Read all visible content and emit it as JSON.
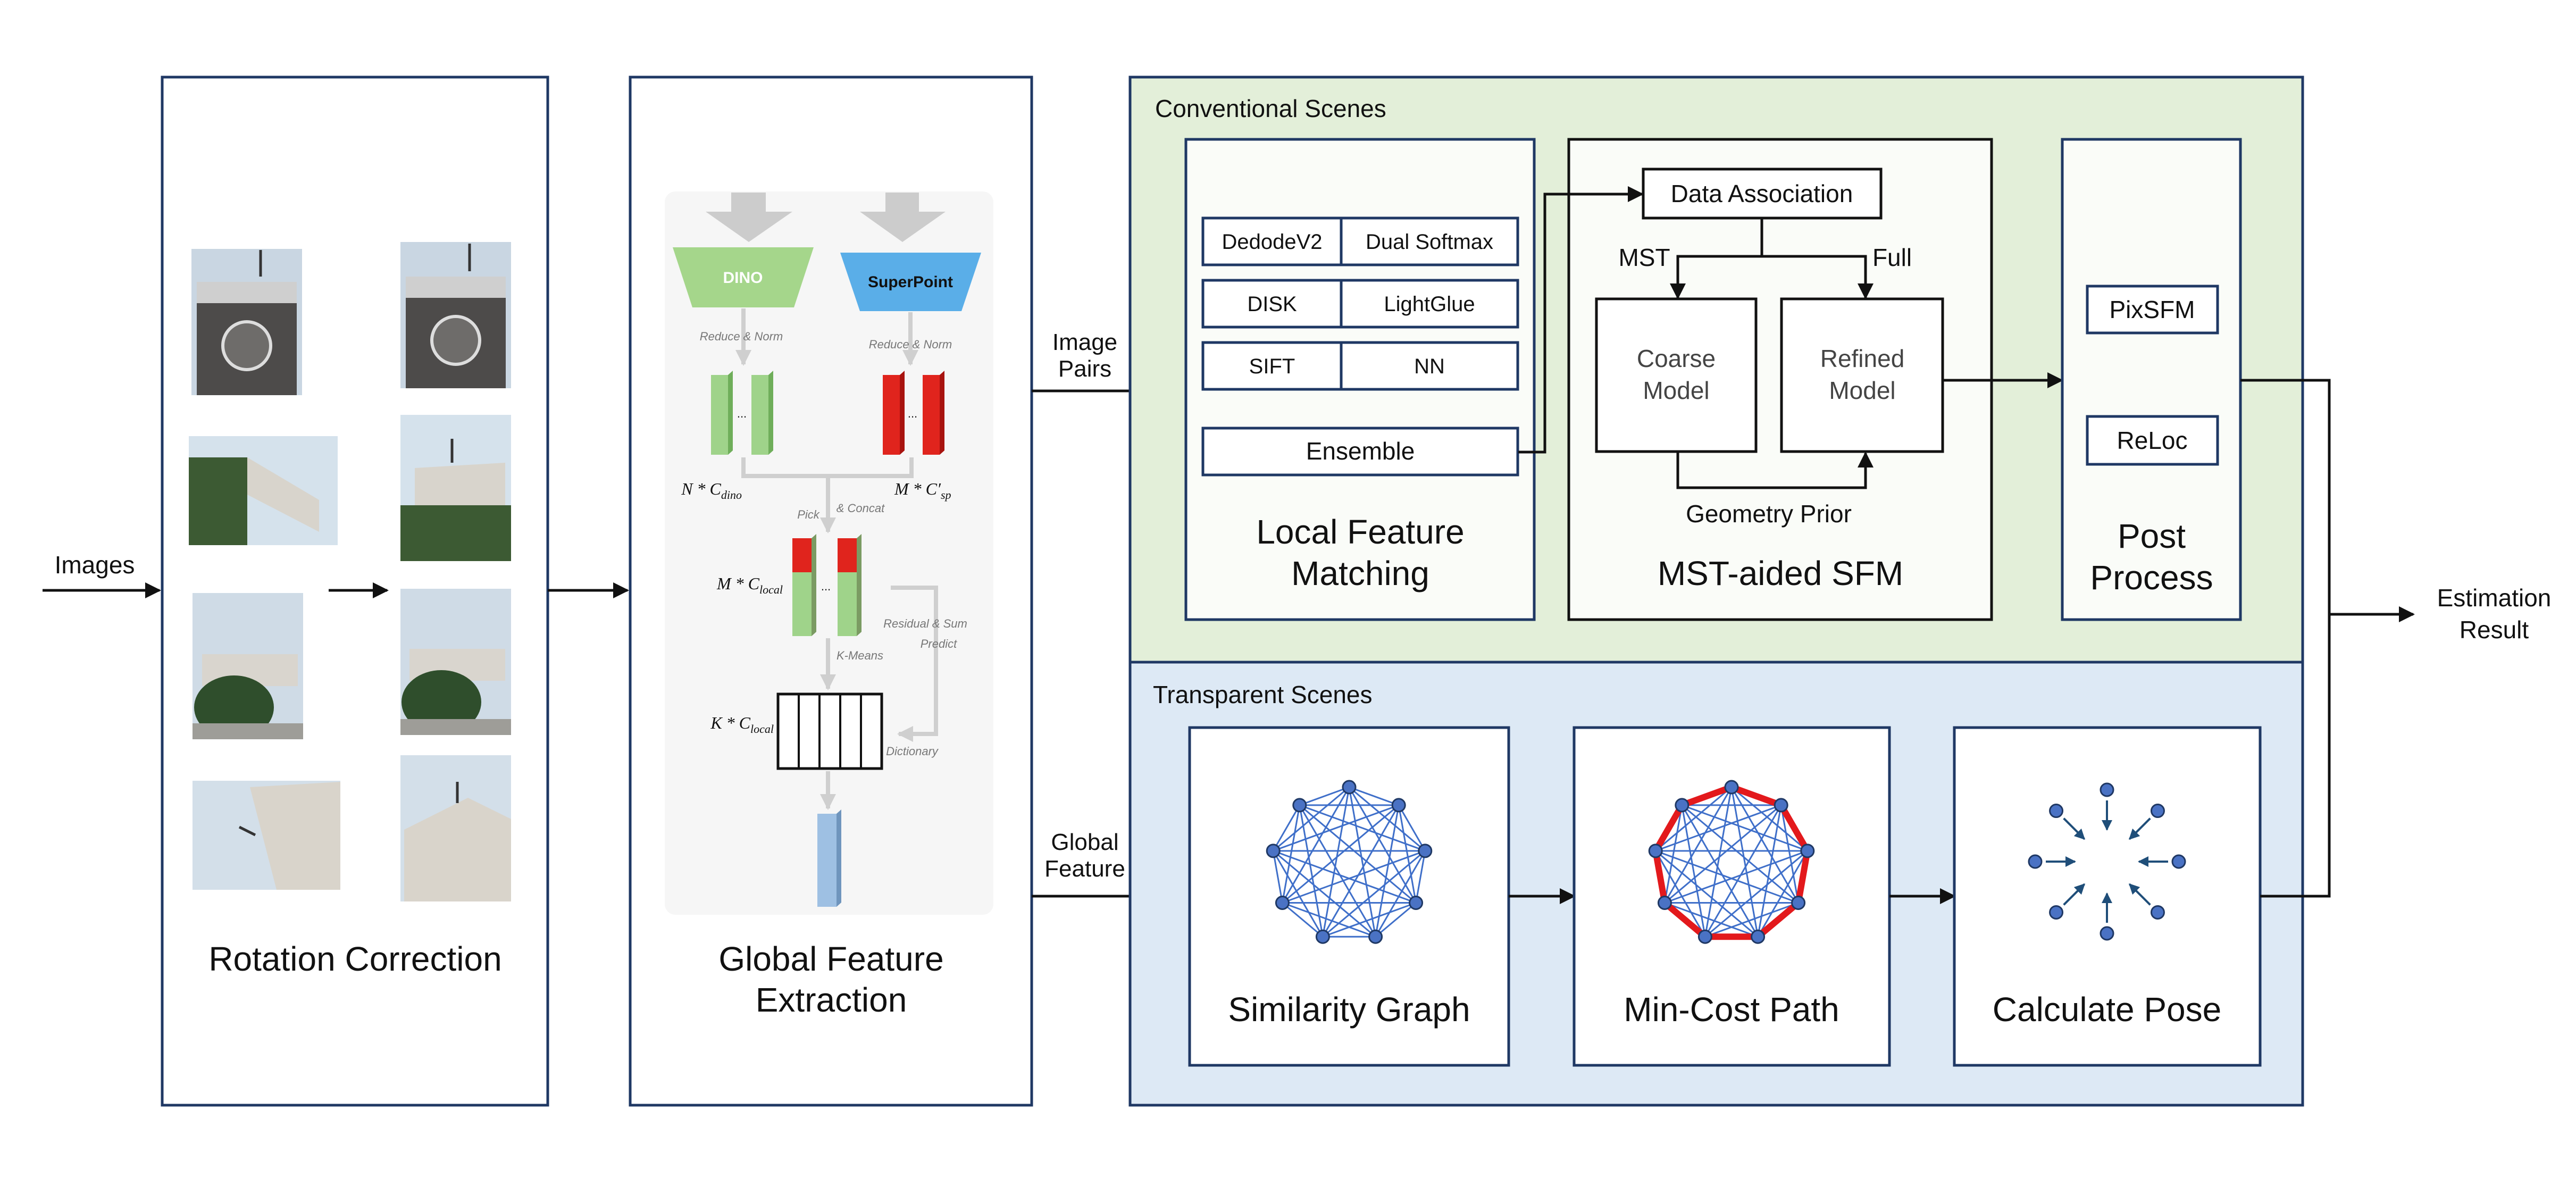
{
  "input_label": "Images",
  "output_label": "Estimation Result",
  "rotation": {
    "title": "Rotation Correction"
  },
  "global": {
    "title_line1": "Global Feature",
    "title_line2": "Extraction",
    "dino": "DINO",
    "superpoint": "SuperPoint",
    "reduce_norm_left": "Reduce   & Norm",
    "reduce_norm_right": "Reduce  & Norm",
    "dots": "...",
    "n_c_dino": "N * C",
    "n_c_dino_sub": "dino",
    "m_c_sp": "M * C′",
    "m_c_sp_sub": "sp",
    "pick": "Pick",
    "concat": "& Concat",
    "m_c_local": "M * C",
    "m_c_local_sub": "local",
    "residual": "Residual & Sum",
    "predict": "Predict",
    "kmeans": "K-Means",
    "k_c_local": "K * C",
    "k_c_local_sub": "local",
    "dictionary": "Dictionary",
    "colors": {
      "dino": "#a5d68b",
      "superpoint": "#5aaee8",
      "feat_green": "#9fd38a",
      "feat_red": "#e0241d",
      "feat_blue": "#9ec0e3",
      "arrow": "#cfcfcf"
    }
  },
  "edges": {
    "image_pairs_1": "Image",
    "image_pairs_2": "Pairs",
    "global_feature_1": "Global",
    "global_feature_2": "Feature"
  },
  "conventional": {
    "title": "Conventional Scenes",
    "bg": "#e3efd9",
    "lfm": {
      "rows": [
        [
          "DedodeV2",
          "Dual Softmax"
        ],
        [
          "DISK",
          "LightGlue"
        ],
        [
          "SIFT",
          "NN"
        ]
      ],
      "ensemble": "Ensemble",
      "title_line1": "Local Feature",
      "title_line2": "Matching"
    },
    "sfm": {
      "data_association": "Data Association",
      "mst": "MST",
      "full": "Full",
      "coarse_1": "Coarse",
      "coarse_2": "Model",
      "refined_1": "Refined",
      "refined_2": "Model",
      "geometry_prior": "Geometry Prior",
      "title": "MST-aided SFM"
    },
    "post": {
      "pixsfm": "PixSFM",
      "reloc": "ReLoc",
      "title_line1": "Post",
      "title_line2": "Process"
    }
  },
  "transparent": {
    "title": "Transparent Scenes",
    "bg": "#dde9f5",
    "similarity": "Similarity Graph",
    "mincost": "Min-Cost Path",
    "pose": "Calculate Pose",
    "colors": {
      "node": "#4a72c4",
      "edge": "#3f6fc9",
      "path": "#e3191c",
      "pose_arrow": "#1f4e79"
    }
  }
}
